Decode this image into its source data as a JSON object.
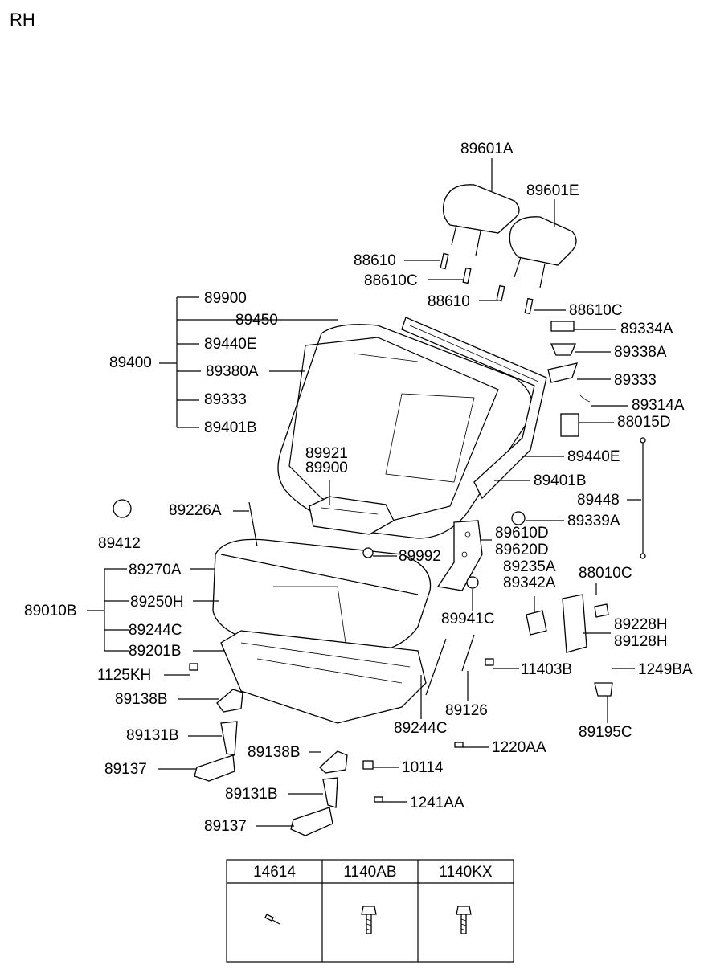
{
  "side_label": "RH",
  "callouts": {
    "c89601A": "89601A",
    "c89601E": "89601E",
    "c88610_a": "88610",
    "c88610C_a": "88610C",
    "c88610_b": "88610",
    "c88610C_b": "88610C",
    "c89900_top": "89900",
    "c89450": "89450",
    "c89440E_left": "89440E",
    "c89400": "89400",
    "c89380A": "89380A",
    "c89333_left": "89333",
    "c89401B_left": "89401B",
    "c89334A": "89334A",
    "c89338A": "89338A",
    "c89333_right": "89333",
    "c89314A": "89314A",
    "c88015D": "88015D",
    "c89921": "89921",
    "c89900_mid": "89900",
    "c89440E_right": "89440E",
    "c89401B_right": "89401B",
    "c89448": "89448",
    "c89226A": "89226A",
    "c89339A": "89339A",
    "c89412": "89412",
    "c89610D": "89610D",
    "c89620D": "89620D",
    "c89992": "89992",
    "c89270A": "89270A",
    "c89235A": "89235A",
    "c89342A": "89342A",
    "c88010C": "88010C",
    "c89010B": "89010B",
    "c89250H": "89250H",
    "c89244C_left": "89244C",
    "c89941C": "89941C",
    "c89228H": "89228H",
    "c89128H": "89128H",
    "c89201B": "89201B",
    "c1125KH": "1125KH",
    "c11403B": "11403B",
    "c1249BA": "1249BA",
    "c89138B_a": "89138B",
    "c89126": "89126",
    "c89244C_right": "89244C",
    "c89195C": "89195C",
    "c89131B_a": "89131B",
    "c1220AA": "1220AA",
    "c89138B_b": "89138B",
    "c89137_a": "89137",
    "c10114": "10114",
    "c89131B_b": "89131B",
    "c1241AA": "1241AA",
    "c89137_b": "89137"
  },
  "legend_table": {
    "headers": [
      "14614",
      "1140AB",
      "1140KX"
    ]
  }
}
